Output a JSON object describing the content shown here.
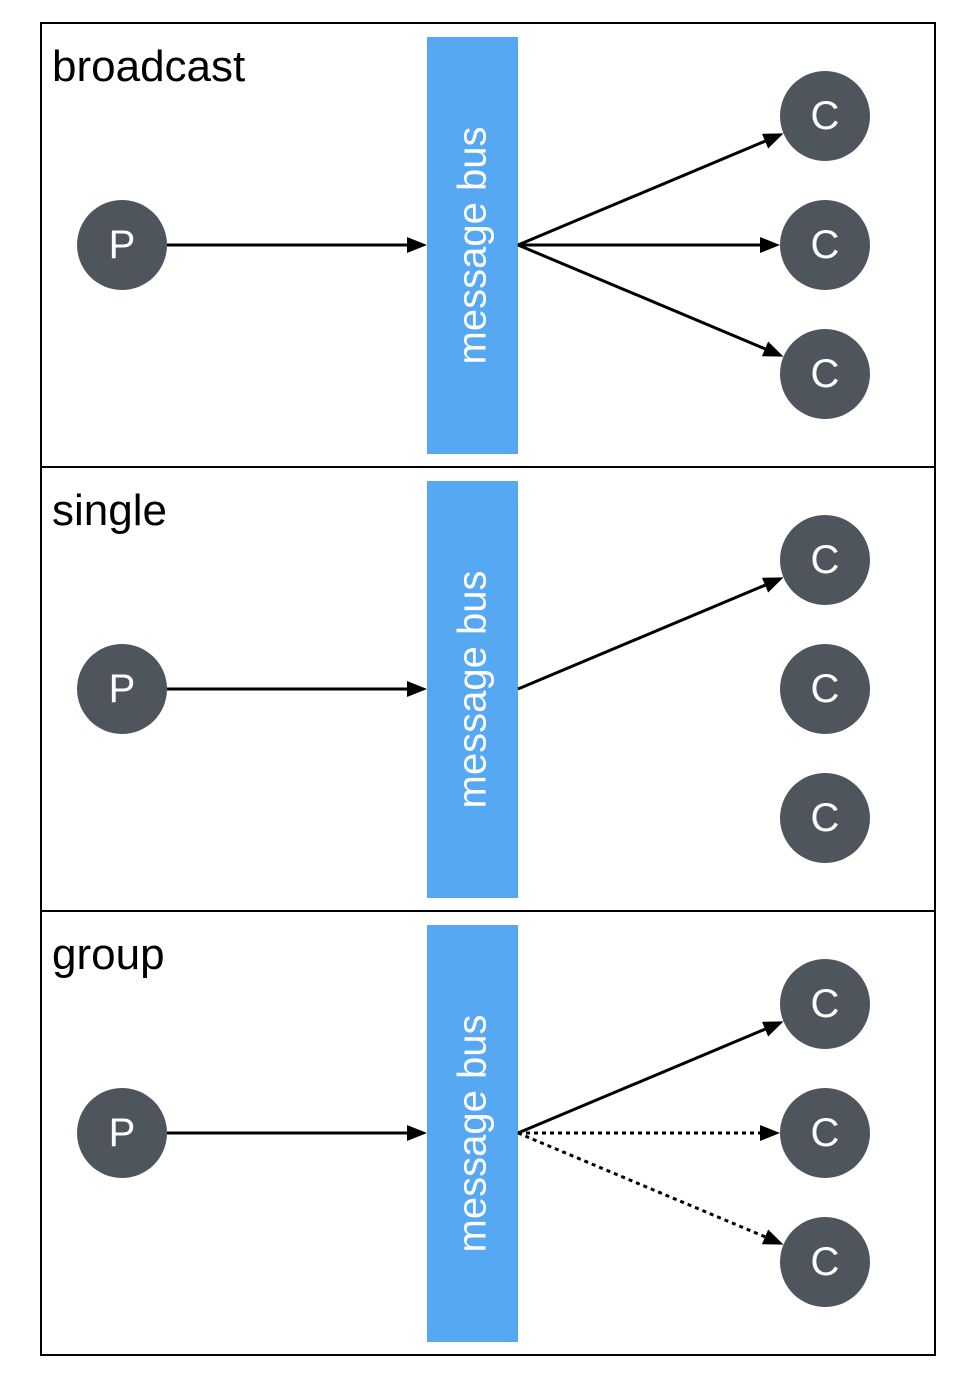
{
  "colors": {
    "bus": "#56a8f2",
    "node": "#4f555c",
    "node_text": "#ffffff",
    "border": "#000000",
    "edge": "#000000"
  },
  "panels": [
    {
      "title": "broadcast",
      "bus_label": "message bus",
      "producer_label": "P",
      "consumer_labels": [
        "C",
        "C",
        "C"
      ],
      "edges_to_consumers": [
        "solid",
        "solid",
        "solid"
      ]
    },
    {
      "title": "single",
      "bus_label": "message bus",
      "producer_label": "P",
      "consumer_labels": [
        "C",
        "C",
        "C"
      ],
      "edges_to_consumers": [
        "solid",
        "none",
        "none"
      ]
    },
    {
      "title": "group",
      "bus_label": "message bus",
      "producer_label": "P",
      "consumer_labels": [
        "C",
        "C",
        "C"
      ],
      "edges_to_consumers": [
        "solid",
        "dotted",
        "dotted"
      ]
    }
  ]
}
